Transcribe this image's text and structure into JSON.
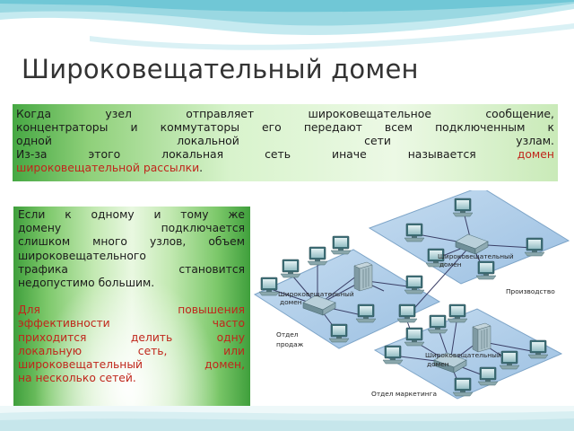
{
  "slide": {
    "title": "Широковещательный домен",
    "colors": {
      "red_text": "#c0261b",
      "green_box": "#8fd07a",
      "title": "#333333"
    }
  },
  "box1": {
    "line1": "Когда узел отправляет широковещательное сообщение,",
    "line2": "концентраторы и коммутаторы его передают всем подключенным к",
    "line3": "одной локальной сети узлам.",
    "line4_normal": "Из-за этого локальная сеть иначе называется",
    "line4_red": "домен",
    "line5_red": "широковещательной рассылки",
    "line5_end": "."
  },
  "box2": {
    "p1_l1": "Если к одному и тому же",
    "p1_l2": "домену подключается",
    "p1_l3": "слишком много узлов, объем",
    "p1_l4": "широковещательного",
    "p1_l5": "трафика становится",
    "p1_l6": "недопустимо большим.",
    "p2_l1": "Для повышения",
    "p2_l2": "эффективности часто",
    "p2_l3": "приходится делить одну",
    "p2_l4": "локальную сеть, или",
    "p2_l5": "широковещательный домен,",
    "p2_l6": "на несколько сетей."
  },
  "diagram": {
    "labels": {
      "domain_top_l1": "Широковещательный",
      "domain_top_l2": "домен",
      "domain_left_l1": "Широковещательный",
      "domain_left_l2": "домен",
      "domain_bottom_l1": "Широковещательный",
      "domain_bottom_l2": "домен",
      "production": "Производство",
      "sales_l1": "Отдел",
      "sales_l2": "продаж",
      "marketing": "Отдел маркетинга"
    }
  }
}
